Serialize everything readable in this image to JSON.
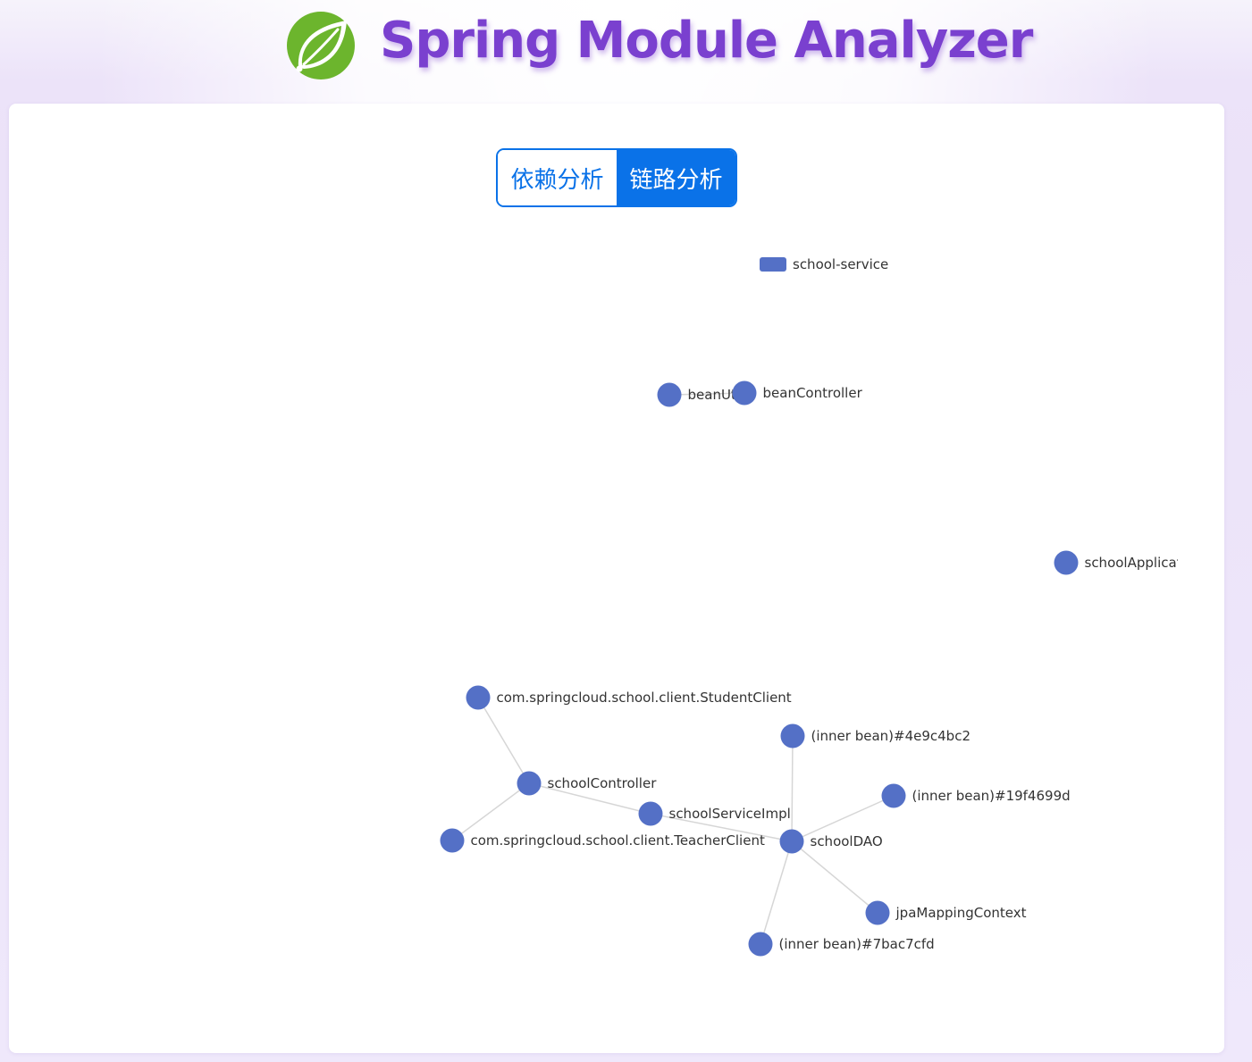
{
  "header": {
    "title": "Spring Module Analyzer",
    "logo_icon": "spring-leaf-icon",
    "title_color": "#7a40cf"
  },
  "tabs": [
    {
      "label": "依赖分析",
      "active": false
    },
    {
      "label": "链路分析",
      "active": true
    }
  ],
  "accent_color": "#0a72e8",
  "graph": {
    "node_color": "#5470c6",
    "edge_color": "#d6d6d6",
    "legend": {
      "label": "school-service"
    },
    "nodes": [
      {
        "id": "beanUtil",
        "label": "beanUtil"
      },
      {
        "id": "beanController",
        "label": "beanController"
      },
      {
        "id": "schoolApplicat",
        "label": "schoolApplicat"
      },
      {
        "id": "studentClient",
        "label": "com.springcloud.school.client.StudentClient"
      },
      {
        "id": "schoolController",
        "label": "schoolController"
      },
      {
        "id": "teacherClient",
        "label": "com.springcloud.school.client.TeacherClient"
      },
      {
        "id": "schoolServiceImpl",
        "label": "schoolServiceImpl"
      },
      {
        "id": "schoolDAO",
        "label": "schoolDAO"
      },
      {
        "id": "innerBean4e9",
        "label": "(inner bean)#4e9c4bc2"
      },
      {
        "id": "innerBean19f",
        "label": "(inner bean)#19f4699d"
      },
      {
        "id": "jpaMappingContext",
        "label": "jpaMappingContext"
      },
      {
        "id": "innerBean7ba",
        "label": "(inner bean)#7bac7cfd"
      }
    ],
    "edges": [
      {
        "source": "beanUtil",
        "target": "beanController"
      },
      {
        "source": "studentClient",
        "target": "schoolController"
      },
      {
        "source": "teacherClient",
        "target": "schoolController"
      },
      {
        "source": "schoolController",
        "target": "schoolServiceImpl"
      },
      {
        "source": "schoolServiceImpl",
        "target": "schoolDAO"
      },
      {
        "source": "innerBean4e9",
        "target": "schoolDAO"
      },
      {
        "source": "innerBean19f",
        "target": "schoolDAO"
      },
      {
        "source": "jpaMappingContext",
        "target": "schoolDAO"
      },
      {
        "source": "innerBean7ba",
        "target": "schoolDAO"
      }
    ]
  }
}
